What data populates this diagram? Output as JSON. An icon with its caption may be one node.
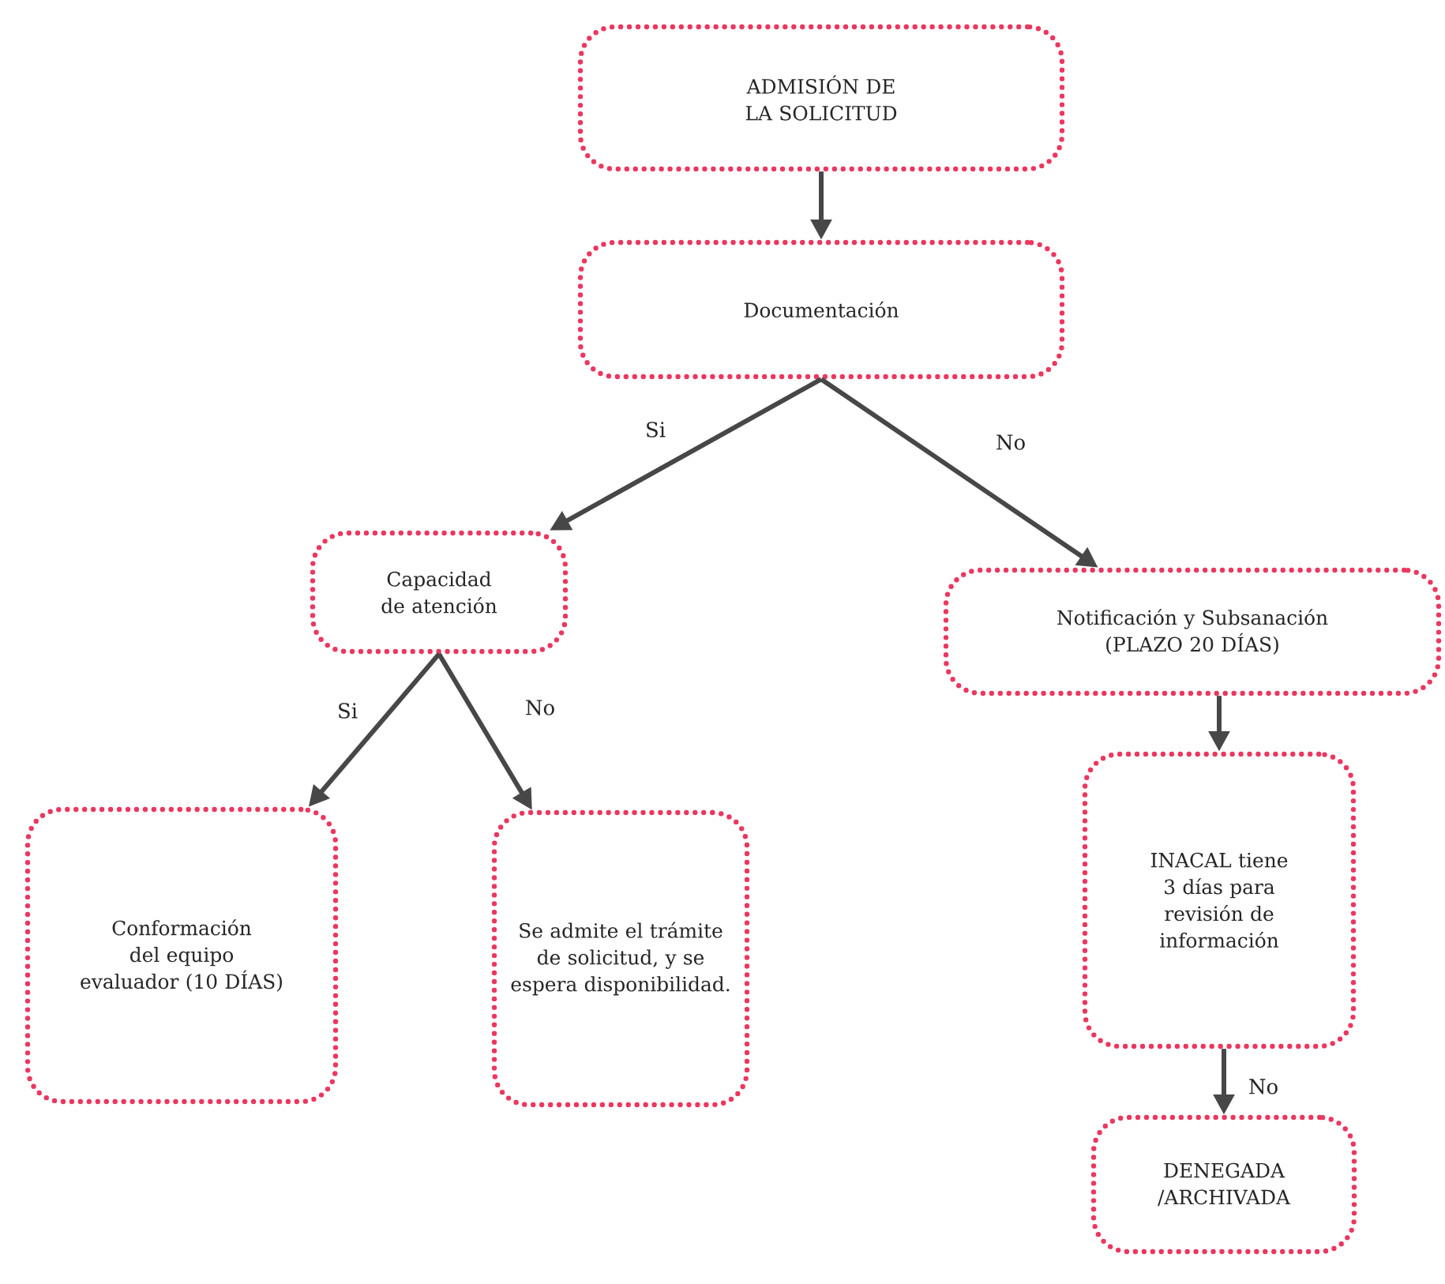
{
  "diagram": {
    "nodes": [
      {
        "text": [
          "ADMISIÓN DE LA SOLICITUD"
        ]
      },
      {
        "text": [
          "Documentación"
        ]
      },
      {
        "text": [
          "Capacidad de atención"
        ]
      },
      {
        "text": [
          "Notificación y Subsanación (PLAZO 20 DÍAS)"
        ]
      },
      {
        "text": [
          "Conformación del equipo evaluador (10 DÍAS)"
        ]
      },
      {
        "text": [
          "Se admite el trámite de solicitud, y se espera disponibilidad."
        ]
      },
      {
        "text": [
          "INACAL tiene 3 días para revisión de información"
        ]
      },
      {
        "text": [
          "DENEGADA /ARCHIVADA"
        ]
      }
    ],
    "edges": [
      {
        "from": 0,
        "to": 1,
        "arrow": "to"
      },
      {
        "from": 1,
        "to": 2,
        "arrow": "to",
        "label": "Si"
      },
      {
        "from": 1,
        "to": 3,
        "arrow": "to",
        "label": "No"
      },
      {
        "from": 2,
        "to": 4,
        "arrow": "to",
        "label": "Si"
      },
      {
        "from": 2,
        "to": 5,
        "arrow": "to",
        "label": "No"
      },
      {
        "from": 3,
        "to": 6,
        "arrow": "to"
      },
      {
        "from": 6,
        "to": 7,
        "arrow": "to",
        "label": "No"
      }
    ]
  }
}
